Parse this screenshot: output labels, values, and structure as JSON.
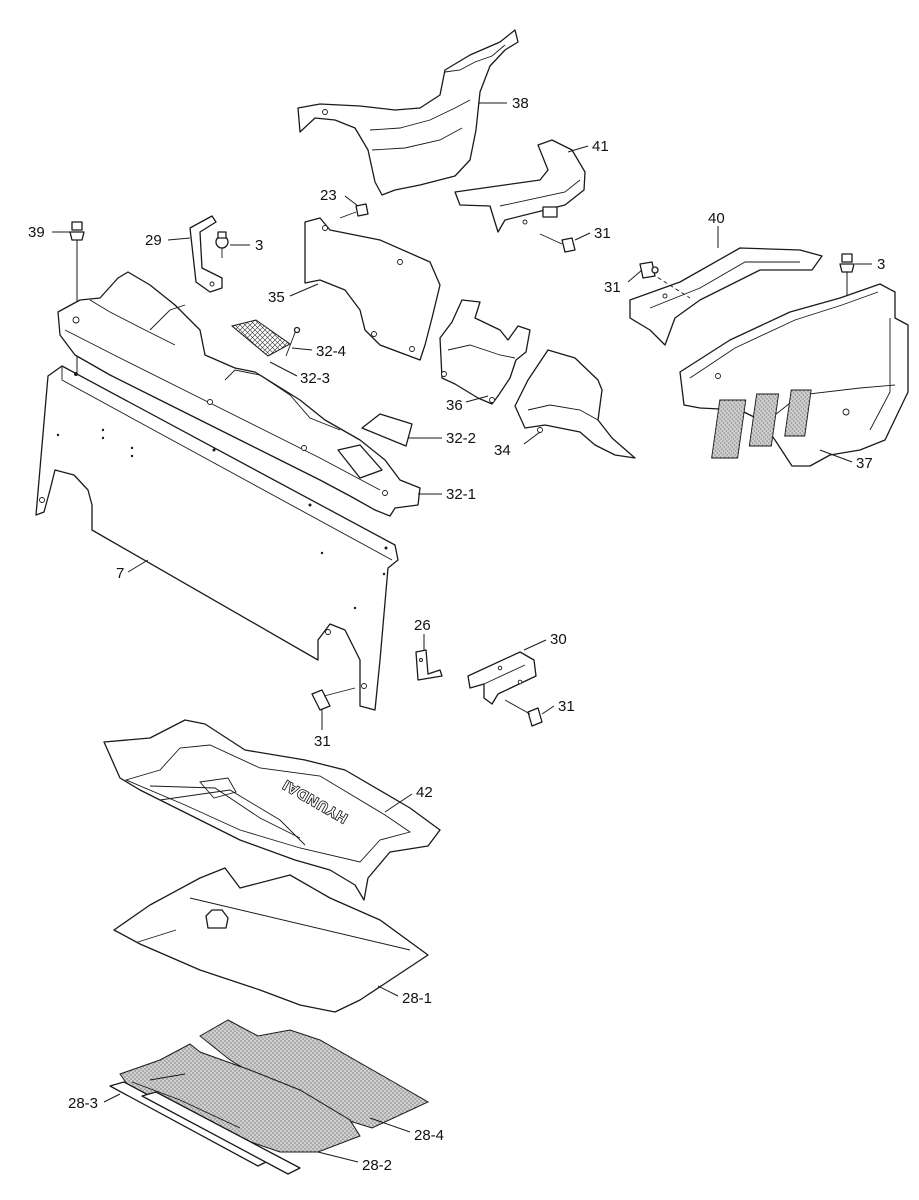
{
  "labels": {
    "p38": "38",
    "p41": "41",
    "p23": "23",
    "p39": "39",
    "p29": "29",
    "p3a": "3",
    "p31a": "31",
    "p40": "40",
    "p3b": "3",
    "p35": "35",
    "p31b": "31",
    "p32_4": "32-4",
    "p32_3": "32-3",
    "p36": "36",
    "p32_2": "32-2",
    "p34": "34",
    "p37": "37",
    "p32_1": "32-1",
    "p7": "7",
    "p26": "26",
    "p30": "30",
    "p31c": "31",
    "p31d": "31",
    "p42": "42",
    "p28_1": "28-1",
    "p28_3": "28-3",
    "p28_4": "28-4",
    "p28_2": "28-2"
  },
  "mat_logo": "HYUNDAI"
}
